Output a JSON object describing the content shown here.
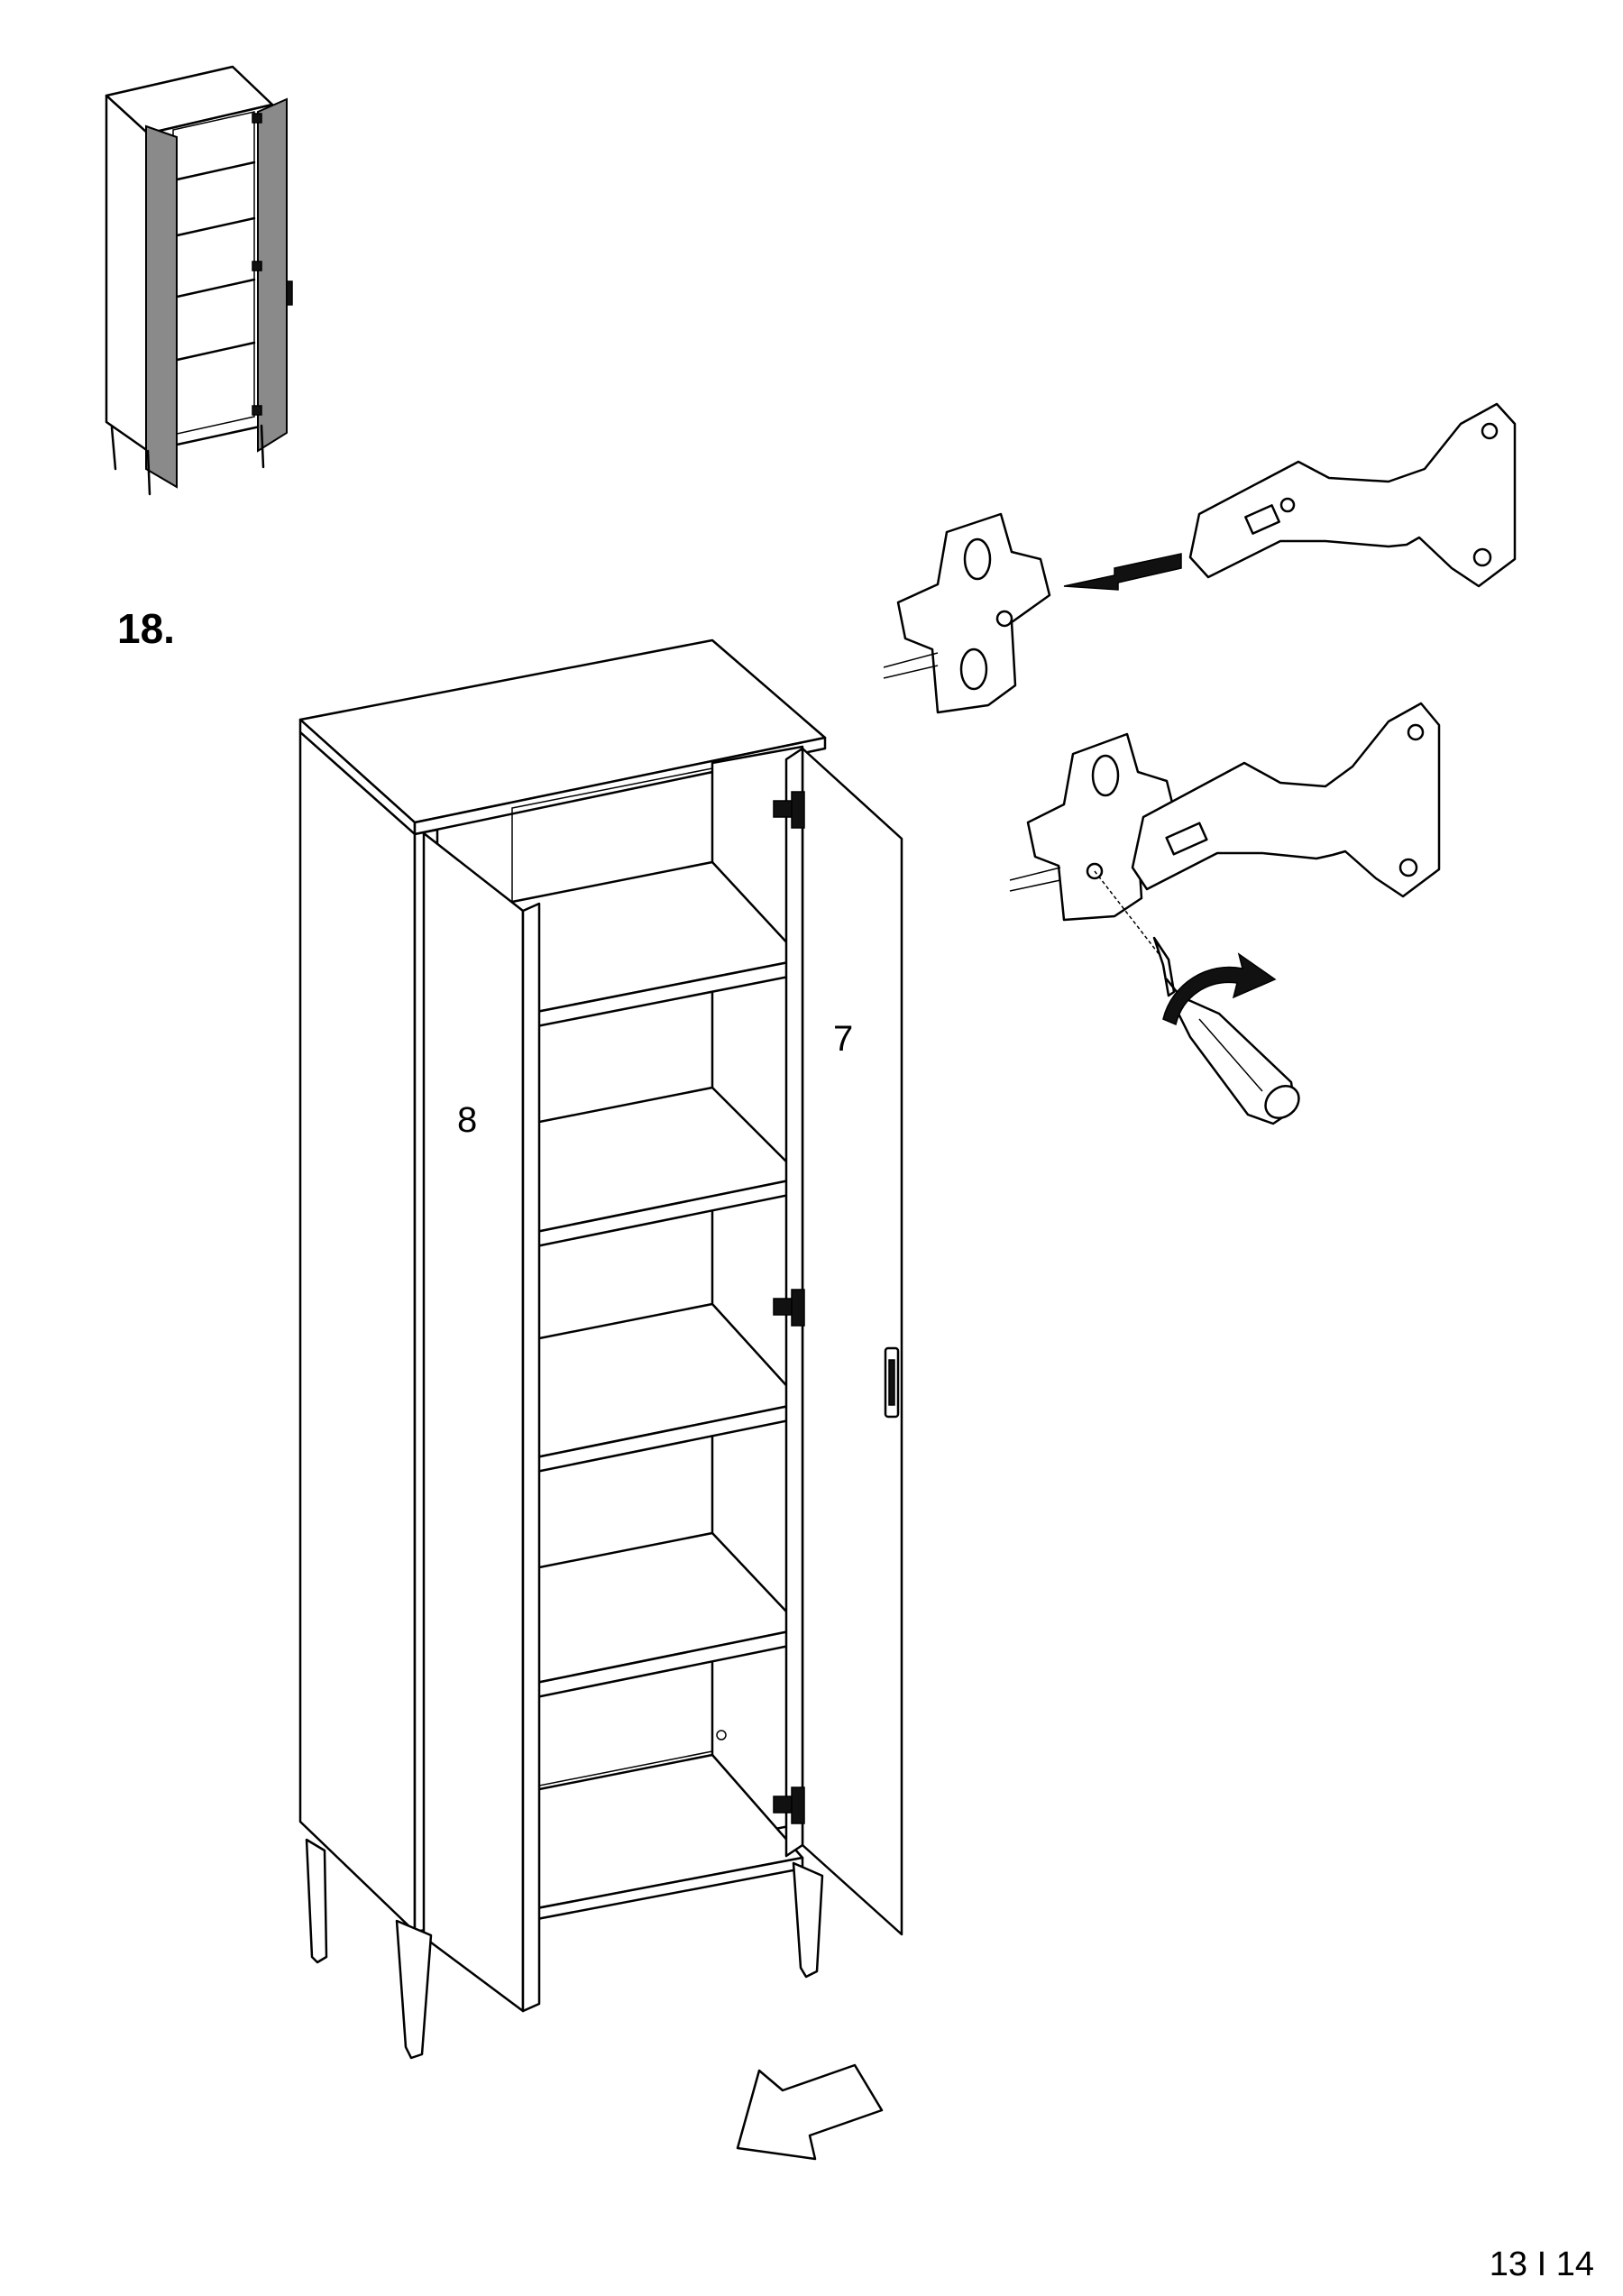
{
  "step": {
    "number": "18."
  },
  "parts": {
    "door_left": "8",
    "door_right": "7"
  },
  "page": {
    "number": "13 I 14"
  },
  "icons": {
    "overview": "cabinet-overview-icon",
    "hinge": "cabinet-hinge-icon",
    "screwdriver": "screwdriver-icon",
    "rotate": "rotate-arrow-icon",
    "direction": "direction-arrow-icon"
  },
  "colors": {
    "line": "#000000",
    "door_fill": "#8a8a8a",
    "background": "#ffffff"
  }
}
